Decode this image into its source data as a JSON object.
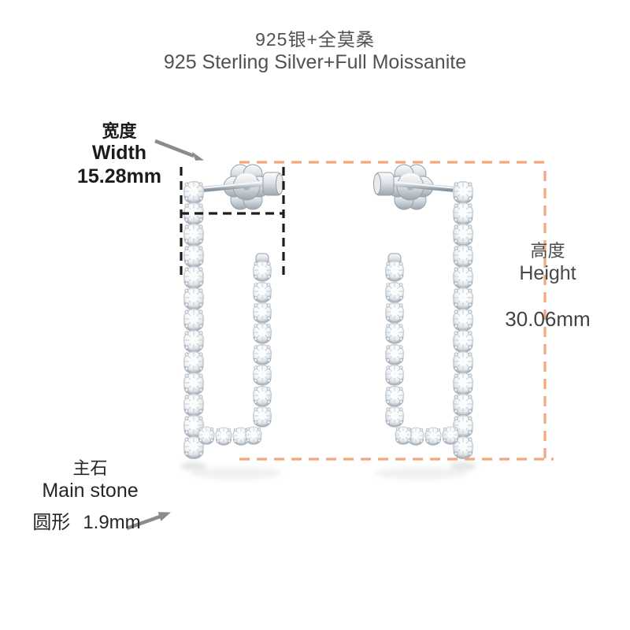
{
  "title": {
    "line_zh": "925银+全莫桑",
    "line_en": "925 Sterling Silver+Full Moissanite"
  },
  "annotations": {
    "width": {
      "label_zh": "宽度",
      "label_en": "Width",
      "value": "15.28mm"
    },
    "height": {
      "label_zh": "高度",
      "label_en": "Height",
      "value": "30.06mm"
    },
    "main_stone": {
      "label_zh": "主石",
      "label_en": "Main stone",
      "shape": "圆形",
      "value": "1.9mm"
    }
  },
  "colors": {
    "measure_orange": "#f2a87a",
    "measure_black": "#1c1c1c",
    "arrow_gray": "#8b8b8b",
    "title_text": "#515151",
    "width_label_text": "#1b1b1b",
    "height_label_text": "#4a4a4a",
    "main_stone_text": "#262626"
  },
  "icons": {
    "width_arrow": "arrow-down-right-icon",
    "main_stone_arrow": "arrow-up-right-icon"
  }
}
